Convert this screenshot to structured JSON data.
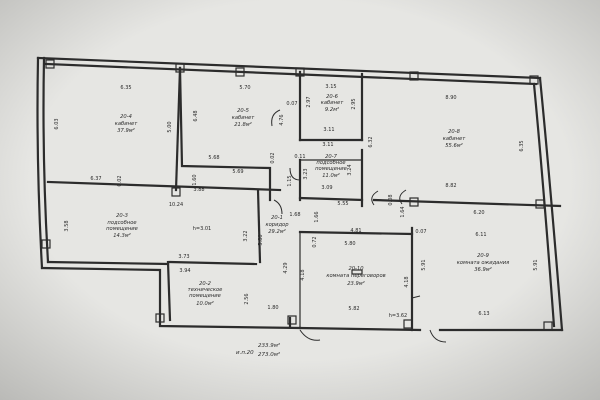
{
  "rooms": [
    {
      "id": "20-4",
      "line1": "20-4",
      "line2": "кабинет",
      "area": "37.9м²"
    },
    {
      "id": "20-5",
      "line1": "20-5",
      "line2": "кабинет",
      "area": "21.8м²"
    },
    {
      "id": "20-6",
      "line1": "20-6",
      "line2": "кабинет",
      "area": "9.2м²"
    },
    {
      "id": "20-7",
      "line1": "20-7",
      "line2": "подсобное",
      "line3": "помещение",
      "area": "11.0м²"
    },
    {
      "id": "20-8",
      "line1": "20-8",
      "line2": "кабинет",
      "area": "55.6м²"
    },
    {
      "id": "20-3",
      "line1": "20-3",
      "line2": "подсобное",
      "line3": "помещение",
      "area": "14.3м²"
    },
    {
      "id": "20-1",
      "line1": "20-1",
      "line2": "коридор",
      "area": "29.2м²"
    },
    {
      "id": "20-10",
      "line1": "20-10",
      "line2": "комната переговоров",
      "area": "23.9м²"
    },
    {
      "id": "20-9",
      "line1": "20-9",
      "line2": "комната ожидания",
      "area": "36.9м²"
    },
    {
      "id": "20-2",
      "line1": "20-2",
      "line2": "техническое",
      "line3": "помещение",
      "area": "10.0м²"
    }
  ],
  "dimensions": {
    "d_6_35": "6.35",
    "d_5_70": "5.70",
    "d_3_15": "3.15",
    "d_8_90": "8.90",
    "d_6_03": "6.03",
    "d_5_00": "5.00",
    "d_6_48": "6.48",
    "d_2_97": "2.97",
    "d_2_95": "2.95",
    "d_0_07a": "0.07",
    "d_4_76": "4.76",
    "d_3_11a": "3.11",
    "d_3_11b": "3.11",
    "d_6_32": "6.32",
    "d_6_35b": "6.35",
    "d_5_68": "5.68",
    "d_0_02a": "0.02",
    "d_0_11": "0.11",
    "d_3_23": "3.23",
    "d_3_24": "3.24",
    "d_3_09": "3.09",
    "d_6_37": "6.37",
    "d_0_02b": "0.02",
    "d_1_60": "1.60",
    "d_5_69": "5.69",
    "d_1_15": "1.15",
    "d_8_82": "8.82",
    "d_3_88": "3.88",
    "d_10_24": "10.24",
    "d_5_55": "5.55",
    "d_0_08": "0.08",
    "d_1_64": "1.64",
    "d_6_20": "6.20",
    "d_3_58": "3.58",
    "d_h": "h=3.01",
    "d_3_22": "3.22",
    "d_1_68": "1.68",
    "d_1_66": "1.66",
    "d_0_07b": "0.07",
    "d_4_81": "4.81",
    "d_6_11": "6.11",
    "d_5_80": "5.80",
    "d_0_72": "0.72",
    "d_5_80b": "5.80",
    "d_5_91a": "5.91",
    "d_5_91b": "5.91",
    "d_3_73": "3.73",
    "d_3_94": "3.94",
    "d_4_29": "4.29",
    "d_4_18a": "4.18",
    "d_4_18b": "4.18",
    "d_2_56": "2.56",
    "d_1_80": "1.80",
    "d_5_82": "5.82",
    "d_h2": "h=3.62",
    "d_6_13": "6.13"
  },
  "totals": {
    "label": "и.п.20",
    "total_a": "233.9м²",
    "total_b": "273.0м²"
  }
}
